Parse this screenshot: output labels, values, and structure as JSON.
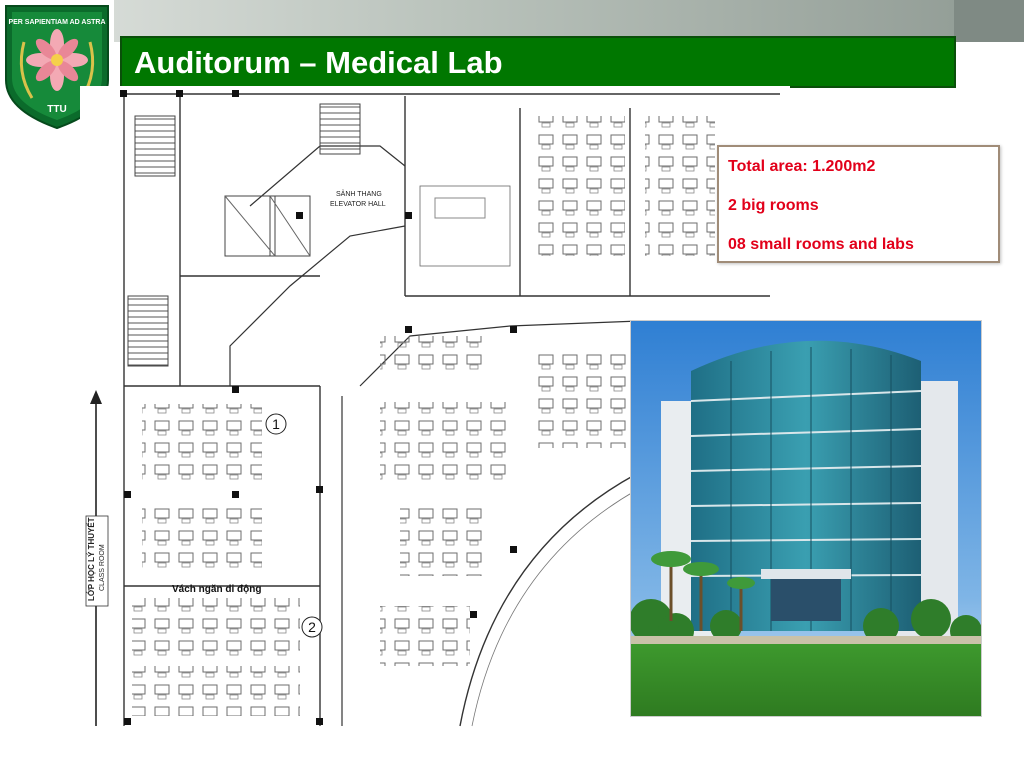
{
  "slide": {
    "title": "Auditorum – Medical Lab",
    "logo_text_top": "PER SAPIENTIAM AD ASTRA",
    "logo_text_bottom": "TTU"
  },
  "info_box": {
    "lines": [
      "Total area: 1.200m2",
      "2 big rooms",
      "08 small rooms and labs"
    ]
  },
  "floorplan": {
    "labels": {
      "elevator_hall_vn": "SẢNH THANG",
      "elevator_hall_en": "ELEVATOR HALL",
      "class_room_vn": "LỚP HỌC LÝ THUYẾT",
      "class_room_en": "CLASS ROOM",
      "partition": "Vách ngăn di động",
      "room_1": "1",
      "room_2": "2"
    }
  },
  "colors": {
    "title_bg": "#007700",
    "info_text": "#e2001a",
    "info_border": "#a08c78"
  }
}
